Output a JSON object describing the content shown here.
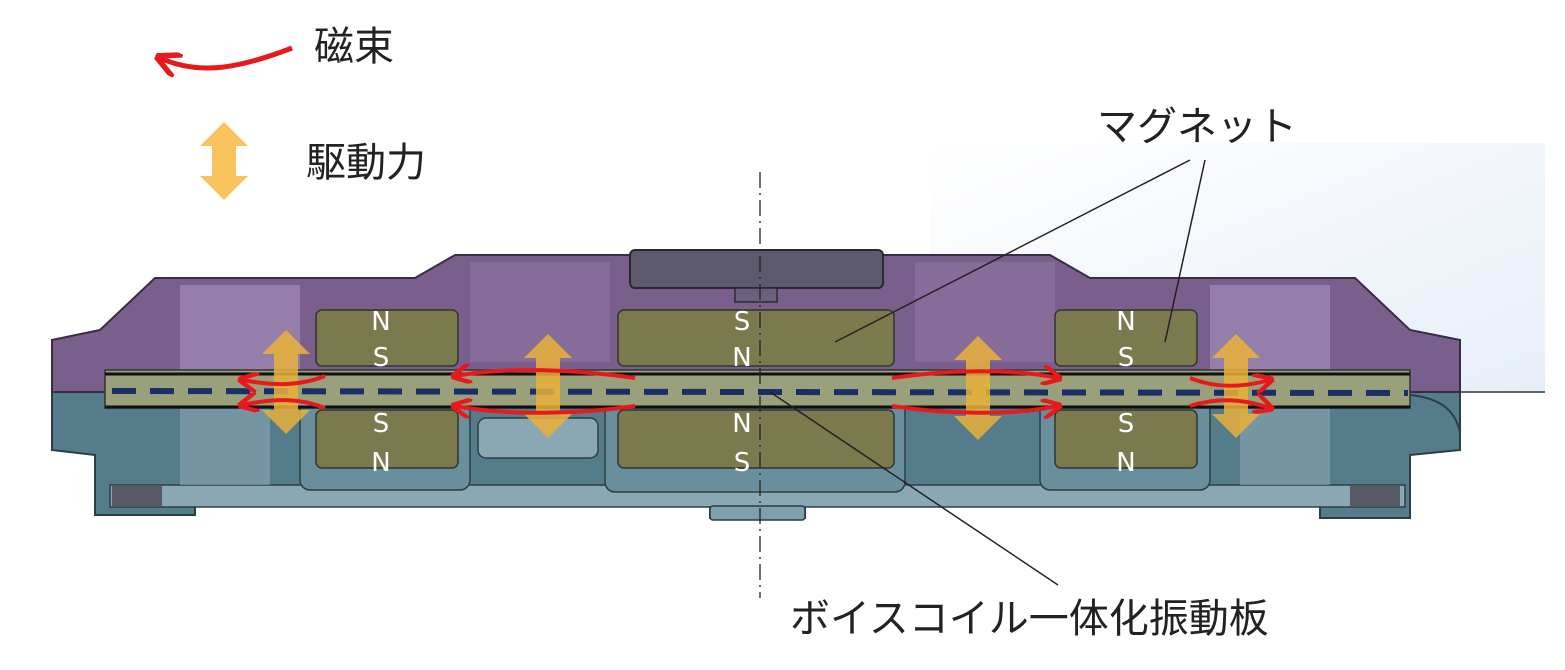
{
  "legend": {
    "flux_label": "磁束",
    "force_label": "駆動力"
  },
  "callouts": {
    "magnet": "マグネット",
    "diaphragm": "ボイスコイル一体化振動板"
  },
  "magnets": [
    {
      "top": "N",
      "bottom": "S"
    },
    {
      "top": "S",
      "bottom": "N"
    },
    {
      "top": "N",
      "bottom": "S"
    },
    {
      "top": "S",
      "bottom": "N"
    },
    {
      "top": "N",
      "bottom": "S"
    },
    {
      "top": "S",
      "bottom": "N"
    }
  ],
  "colors": {
    "flux": "#e8191c",
    "force": "#f7c35a",
    "frame_upper": "#7a5f8c",
    "frame_lower": "#557c8a",
    "magnet": "#7a7a4e",
    "diaphragm_line": "#1a2f66"
  }
}
